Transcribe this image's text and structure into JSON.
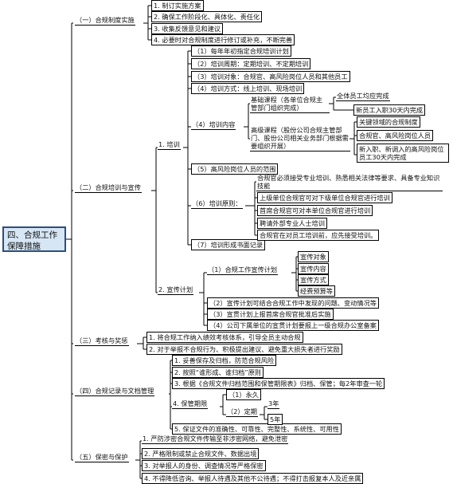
{
  "root": "四、合规工作保障措施",
  "sections": [
    {
      "label": "（一）合规制度实施",
      "items": [
        "1. 制订实施方案",
        "2. 确保工作阶段化、具体化、责任化",
        "3. 收集反馈意见和建议",
        "4. 必要时对合规制度进行修订或补充，不断完善"
      ]
    },
    {
      "label": "（二）合规培训与宣传",
      "training": {
        "label": "1. 培训",
        "items": [
          "（1）每年年初指定合规培训计划",
          "（2）培训周期：定期培训、不定期培训",
          "（3）培训对象：合规官、高风险岗位人员和其他员工",
          "（4）培训方式：线上培训、现场培训",
          "（4）培训内容",
          "（5）高风险岗位人员的范围",
          "（6）培训原则：",
          "（7）培训形成书面记录"
        ],
        "content": {
          "basic": "基础课程（各单位合规主管部门组织完成）",
          "basic_items": [
            "全体员工均应完成",
            "新员工入职30天内完成"
          ],
          "advanced": "高级课程（股份公司合规主管部门、股份公司相关业务部门根据需要组织开展）",
          "advanced_items": [
            "关键领域的合规制度",
            "合规官、高风险岗位人员",
            "新入职、新调入的高风险岗位员工30天内完成"
          ]
        },
        "principles": [
          "合规官必须接受专业培训、熟悉相关法律等要求、具备专业知识技能",
          "上级单位合规官可对下级单位合规官进行培训",
          "首席合规官可对本单位合规官进行培训",
          "聘请外部专业人士培训",
          "合规官在对员工培训前，应先接受培训。"
        ]
      },
      "publicity": {
        "label": "2. 宣传计划",
        "plan": "（1）合规工作宣传计划",
        "plan_items": [
          "宣传对象",
          "宣传内容",
          "宣传方式",
          "经费预算等"
        ],
        "items": [
          "（2）宣传计划可结合合规工作中发现的问题、变动情况等",
          "（3）宣贯计划上报首席合规官批准后实施",
          "（4）公司下属单位的宣贯计划要报上一级合规办公室备案"
        ]
      }
    },
    {
      "label": "（三）考核与奖惩",
      "items": [
        "1. 将合规工作纳入绩效考核体系，引导全员主动合规",
        "2. 对于举报不合规行为、积极提出建议、避免重大损失者进行奖励"
      ]
    },
    {
      "label": "（四）合规记录与文档管理",
      "items": [
        "1. 妥善保存及归档，防范合规风险",
        "2. 按照“谁形成、谁归档”原则",
        "3. 根据《合规文件归档范围和保管期限表》归档、保管；每2年审查一轮",
        "4. 保管期限",
        "5. 保证文件的准确性、可靠性、完整性、系统性、可用性"
      ],
      "retention": {
        "permanent": "（1）永久",
        "fixed": "（2）定期",
        "years": [
          "3年",
          "5年"
        ]
      }
    },
    {
      "label": "（五）保密与保护",
      "items": [
        "1. 严防涉密合规文件传输至非涉密网络，避免泄密",
        "2. 严格限制或禁止合规文件、数据出境",
        "3. 对举报人的身份、调查情况等严格保密",
        "4. 不得降低咨询、举报人待遇及其他不公待遇；不得打击报复本人及近亲属"
      ]
    }
  ]
}
